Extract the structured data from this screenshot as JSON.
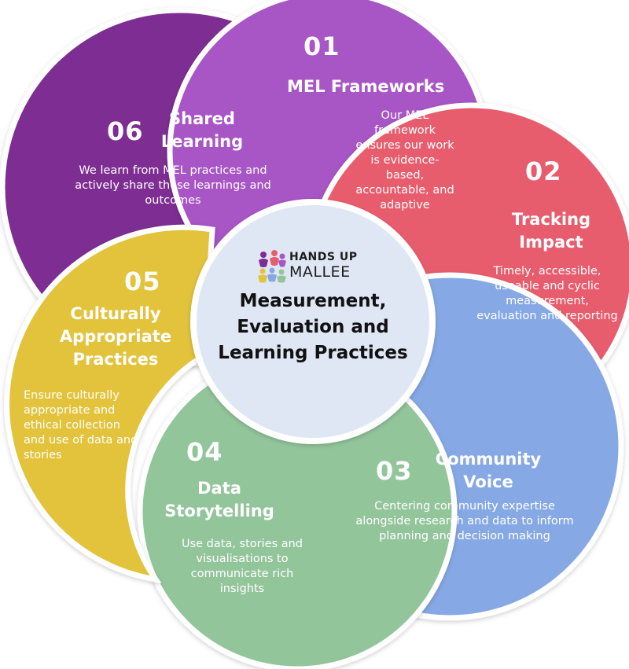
{
  "colors": {
    "frameworks": "#a855c6",
    "tracking": "#e85d6e",
    "community": "#86a9e6",
    "storytelling": "#93c59b",
    "cultural": "#e2c33a",
    "shared": "#7e2d93",
    "center": "#dfe7f5"
  },
  "logo": {
    "line1": "HANDS UP",
    "line2": "MALLEE"
  },
  "center_title": "Measurement, Evaluation and Learning Practices",
  "segments": [
    {
      "number": "01",
      "title": "MEL Frameworks",
      "description": "Our MEL framework ensures our work is evidence-based, accountable, and adaptive"
    },
    {
      "number": "02",
      "title": "Tracking Impact",
      "description": "Timely, accessible, useable and cyclic measurement, evaluation and reporting"
    },
    {
      "number": "03",
      "title": "Community Voice",
      "description": "Centering community expertise alongside research and data to inform planning and decision making"
    },
    {
      "number": "04",
      "title": "Data Storytelling",
      "description": "Use data, stories and visualisations to communicate rich insights"
    },
    {
      "number": "05",
      "title": "Culturally Appropriate Practices",
      "description": "Ensure culturally appropriate and ethical collection and use of data and stories"
    },
    {
      "number": "06",
      "title": "Shared Learning",
      "description": "We learn from MEL practices and actively share those learnings and outcomes"
    }
  ]
}
